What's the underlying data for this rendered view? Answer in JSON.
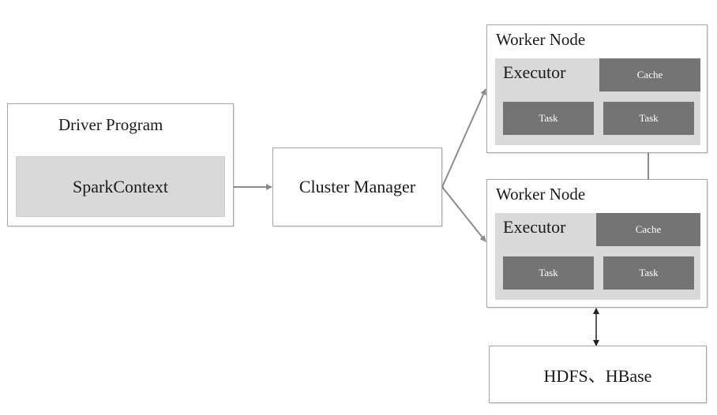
{
  "driver": {
    "title": "Driver Program",
    "context": "SparkContext"
  },
  "cluster_manager": {
    "label": "Cluster Manager"
  },
  "worker_nodes": [
    {
      "title": "Worker Node",
      "executor": "Executor",
      "cache": "Cache",
      "tasks": [
        "Task",
        "Task"
      ]
    },
    {
      "title": "Worker Node",
      "executor": "Executor",
      "cache": "Cache",
      "tasks": [
        "Task",
        "Task"
      ]
    }
  ],
  "storage": {
    "label": "HDFS、HBase"
  },
  "colors": {
    "panel": "#d9d9d9",
    "block": "#747474",
    "border": "#a6a6a6",
    "arrow": "#8c8c8c"
  }
}
